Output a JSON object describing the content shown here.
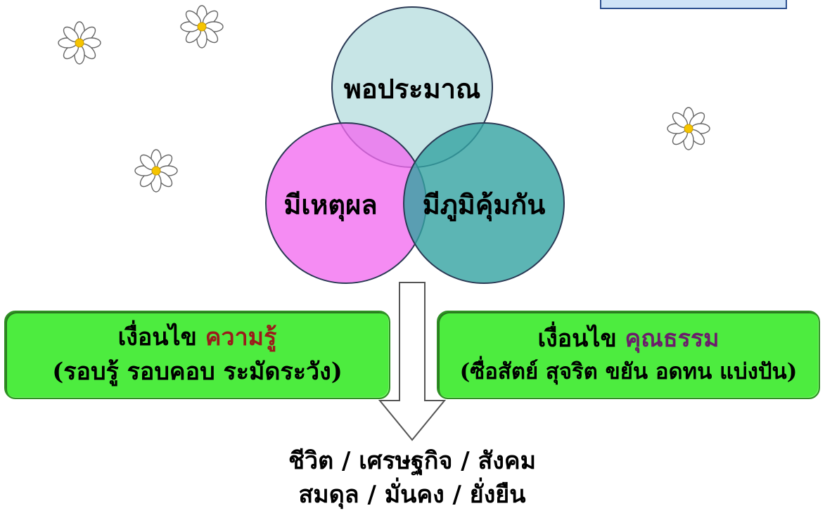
{
  "circles": {
    "top": {
      "label": "พอประมาณ",
      "color": "#b9dfe0"
    },
    "left": {
      "label": "มีเหตุผล",
      "color": "#f26bf0"
    },
    "right": {
      "label": "มีภูมิคุ้มกัน",
      "color": "#33a3a1"
    }
  },
  "left_condition": {
    "prefix": "เงื่อนไข",
    "highlight": "ความรู้",
    "detail": "(รอบรู้ รอบคอบ ระมัดระวัง)"
  },
  "right_condition": {
    "prefix": "เงื่อนไข",
    "highlight": "คุณธรรม",
    "detail": "(ซื่อสัตย์ สุจริต ขยัน อดทน แบ่งปัน)"
  },
  "outcome": {
    "line1": "ชีวิต / เศรษฐกิจ / สังคม",
    "line2": "สมดุล / มั่นคง / ยั่งยืน"
  },
  "colors": {
    "condition_box": "#4dec3f",
    "highlight_red": "#9b1b1b",
    "highlight_purple": "#6b1e6b",
    "flower_center": "#f5c400"
  }
}
